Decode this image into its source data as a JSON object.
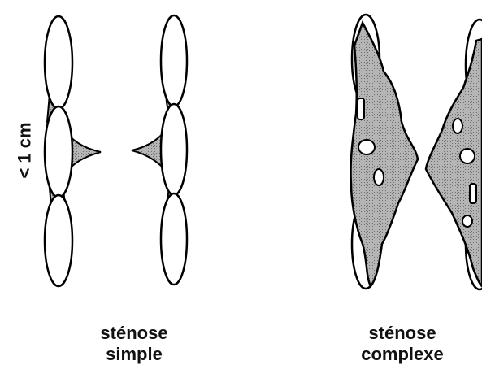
{
  "axis_label": "< 1 cm",
  "captions": {
    "simple": {
      "line1": "sténose",
      "line2": "simple"
    },
    "complex": {
      "line1": "sténose",
      "line2": "complexe"
    }
  },
  "colors": {
    "outline": "#000000",
    "plaque_fill": "#a9a9a9",
    "background": "#ffffff"
  }
}
